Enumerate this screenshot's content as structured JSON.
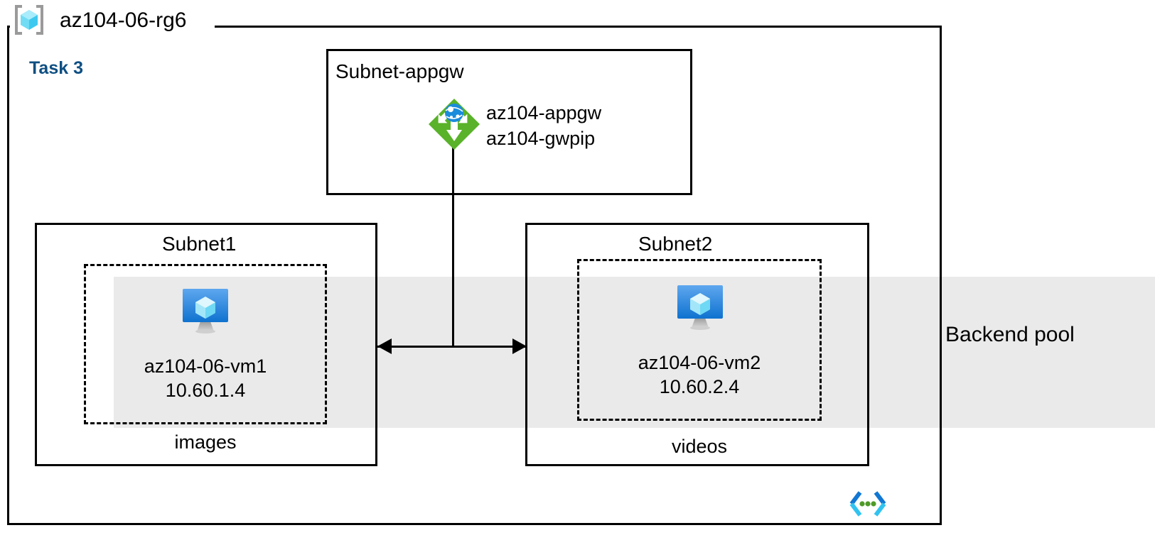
{
  "diagram": {
    "title": "az104-06-rg6",
    "resource_group_icon": "resource-group-icon",
    "task_label": "Task 3",
    "backend_pool_label": "Backend pool",
    "template_icon": "template-code-icon",
    "colors": {
      "task_blue": "#0e4f82",
      "band_gray": "#eaeaea",
      "appgw_green": "#59b229",
      "vm_blue": "#0f7ddb",
      "cube_cyan": "#9ce4f7",
      "outline_black": "#000000",
      "rg_bracket_gray": "#9a9a9a",
      "code_icon_cyan": "#31c3f0",
      "code_icon_blue": "#0f7ddb",
      "code_icon_green": "#4f9a28"
    },
    "subnets": [
      {
        "name": "subnet-appgw",
        "title": "Subnet-appgw",
        "resource_icon": "application-gateway-icon",
        "resource_lines": [
          "az104-appgw",
          "az104-gwpip"
        ]
      },
      {
        "name": "subnet1",
        "title": "Subnet1",
        "vm_icon": "virtual-machine-icon",
        "vm_name": "az104-06-vm1",
        "vm_ip": "10.60.1.4",
        "sub_label": "images"
      },
      {
        "name": "subnet2",
        "title": "Subnet2",
        "vm_icon": "virtual-machine-icon",
        "vm_name": "az104-06-vm2",
        "vm_ip": "10.60.2.4",
        "sub_label": "videos"
      }
    ]
  }
}
